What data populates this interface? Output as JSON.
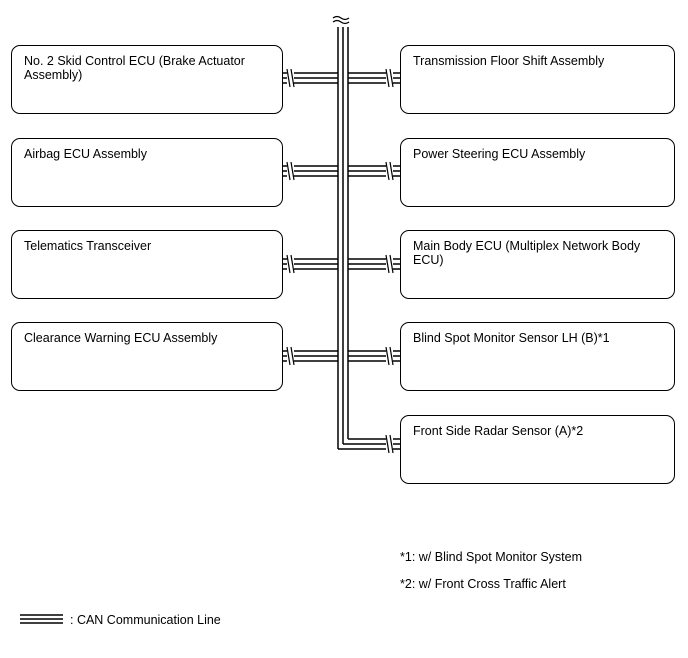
{
  "left_column": [
    {
      "id": "no2-skid-control-ecu",
      "label": "No. 2 Skid Control ECU (Brake Actuator Assembly)"
    },
    {
      "id": "airbag-ecu-assembly",
      "label": "Airbag ECU Assembly"
    },
    {
      "id": "telematics-transceiver",
      "label": "Telematics Transceiver"
    },
    {
      "id": "clearance-warning-ecu-assembly",
      "label": "Clearance Warning ECU Assembly"
    }
  ],
  "right_column": [
    {
      "id": "transmission-floor-shift-assembly",
      "label": "Transmission Floor Shift Assembly"
    },
    {
      "id": "power-steering-ecu-assembly",
      "label": "Power Steering ECU Assembly"
    },
    {
      "id": "main-body-ecu",
      "label": "Main Body ECU (Multiplex Network Body ECU)"
    },
    {
      "id": "blind-spot-monitor-sensor-lh",
      "label": "Blind Spot Monitor Sensor LH (B)*1"
    },
    {
      "id": "front-side-radar-sensor",
      "label": "Front Side Radar Sensor (A)*2"
    }
  ],
  "notes": [
    "*1: w/ Blind Spot Monitor System",
    "*2: w/ Front Cross Traffic Alert"
  ],
  "legend": {
    "label": ": CAN Communication Line"
  },
  "colors": {
    "line": "#000000",
    "background": "#ffffff"
  }
}
